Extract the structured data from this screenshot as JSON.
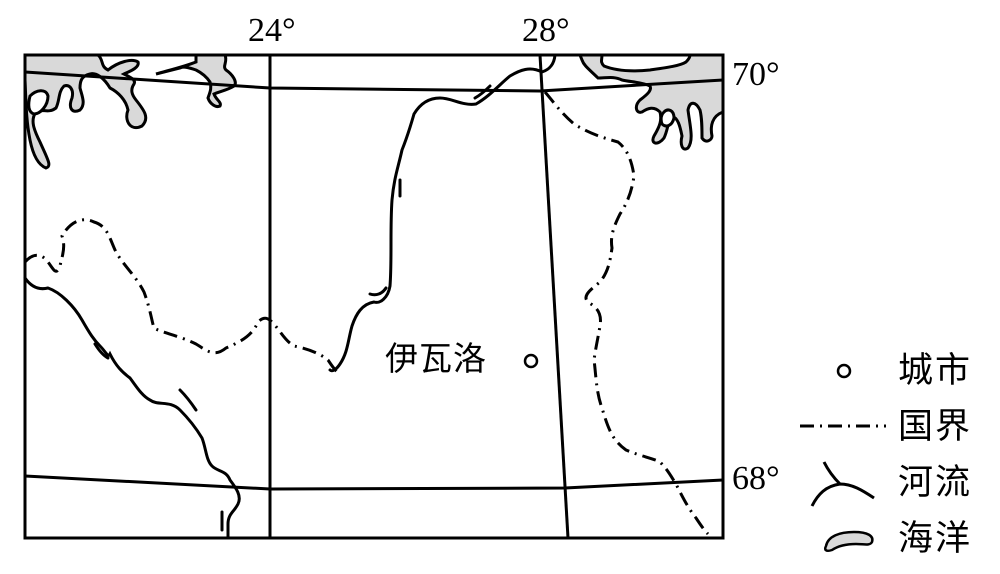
{
  "map": {
    "longitude_labels": [
      {
        "text": "24°",
        "value": 24
      },
      {
        "text": "28°",
        "value": 28
      }
    ],
    "latitude_labels": [
      {
        "text": "70°",
        "value": 70
      },
      {
        "text": "68°",
        "value": 68
      }
    ],
    "city": {
      "name": "伊瓦洛",
      "symbol": "city-circle"
    },
    "colors": {
      "ocean_fill": "#d9d9d9",
      "line": "#000000",
      "background": "#ffffff"
    }
  },
  "legend": {
    "items": [
      {
        "label": "城市",
        "symbol": "city-circle-icon"
      },
      {
        "label": "国界",
        "symbol": "dash-dot-line-icon"
      },
      {
        "label": "河流",
        "symbol": "river-icon"
      },
      {
        "label": "海洋",
        "symbol": "ocean-patch-icon"
      }
    ]
  }
}
